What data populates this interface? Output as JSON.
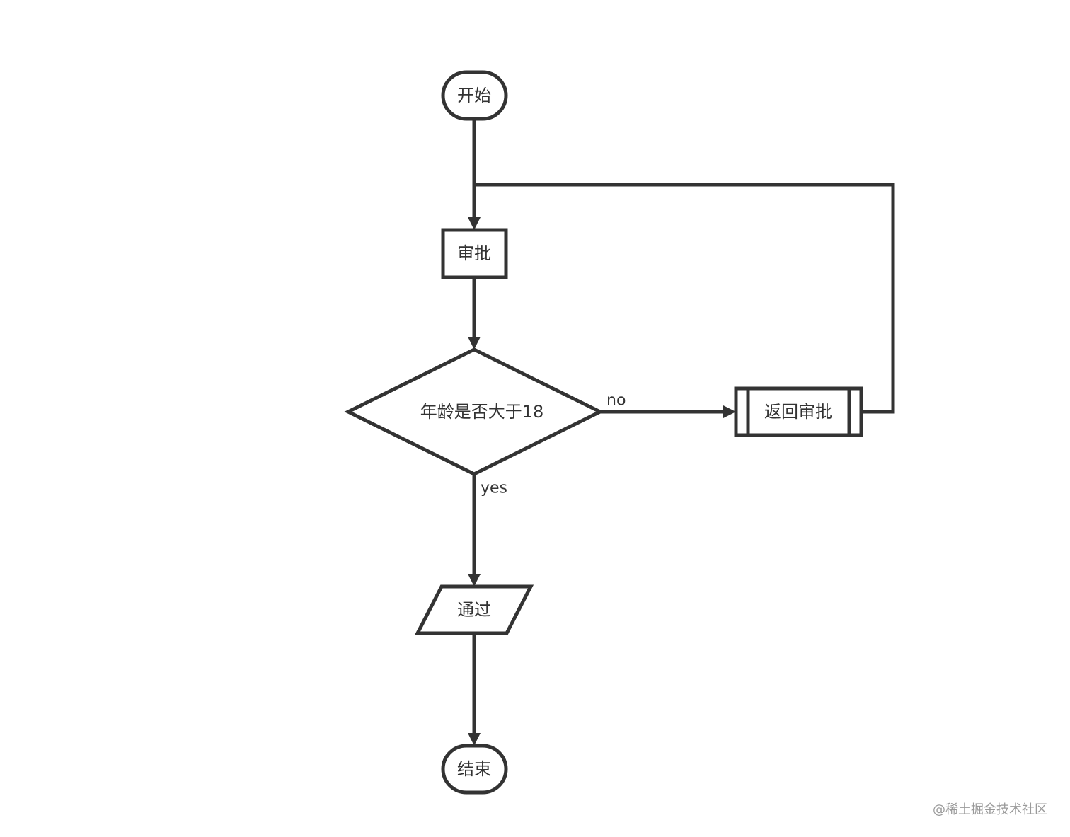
{
  "nodes": {
    "start": "开始",
    "review": "审批",
    "decision": "年龄是否大于18",
    "return_review": "返回审批",
    "pass": "通过",
    "end": "结束"
  },
  "edges": {
    "no_label": "no",
    "yes_label": "yes"
  },
  "watermark": "@稀土掘金技术社区",
  "colors": {
    "stroke": "#333333",
    "background": "#ffffff",
    "watermark": "#9a9a9a"
  }
}
